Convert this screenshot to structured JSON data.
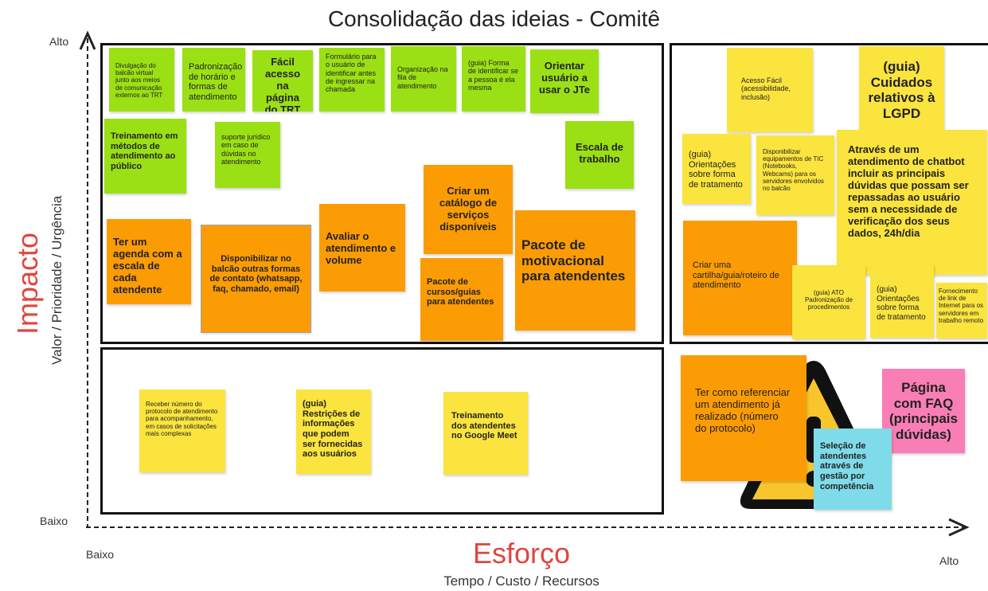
{
  "title": "Consolidação das ideias - Comitê",
  "axes": {
    "y_high": "Alto",
    "y_low": "Baixo",
    "x_low": "Baixo",
    "x_high": "Alto",
    "y_title": "Impacto",
    "y_subtitle": "Valor / Prioridade / Urgência",
    "x_title": "Esforço",
    "x_subtitle": "Tempo / Custo / Recursos"
  },
  "colors": {
    "green": "#9be014",
    "orange": "#fb9c05",
    "yellow": "#fbe43e",
    "pink": "#f97eb5",
    "cyan": "#7fdbe9",
    "axis_title": "#e0463e"
  },
  "notes": {
    "n1": "Divulgação do balcão virtual junto aos meios de comunicação externos ao TRT",
    "n2": "Padronização de horário e formas de atendimento",
    "n3": "Fácil acesso na página do TRT",
    "n4": "Formulário para o usuário de identificar antes de ingressar na chamada",
    "n5": "Organização na fila de atendimento",
    "n6": "(guia) Forma de identificar se a pessoa é ela mesma",
    "n7": "Orientar usuário a usar o JTe",
    "n8": "Treinamento em métodos de atendimento ao público",
    "n9": "suporte jurídico em caso de dúvidas no atendimento",
    "n10": "Escala de trabalho",
    "n11": "Ter um agenda com a escala de cada atendente",
    "n12": "Disponibilizar no balcão outras formas de contato (whatsapp, faq, chamado, email)",
    "n13": "Avaliar o atendimento e volume",
    "n14": "Criar um catálogo de serviços disponíveis",
    "n15": "Pacote de cursos/guias para atendentes",
    "n16": "Pacote de motivacional para atendentes",
    "n17": "Acesso Fácil (acessibilidade, inclusão)",
    "n18": "(guia) Cuidados relativos à LGPD",
    "n19": "(guia) Orientações sobre forma de tratamento",
    "n20": "Disponibilizar equipamentos de TIC (Notebooks, Webcams) para os servidores envolvidos no balcão",
    "n21": "Através de um atendimento de chatbot incluir as principais dúvidas que possam ser repassadas ao usuário sem a necessidade de verificação dos seus dados, 24h/dia",
    "n22": "Criar uma cartilha/guia/roteiro de atendimento",
    "n23": "(guia) ATO Padronização de procedimentos",
    "n24": "(guia) Orientações sobre forma de tratamento",
    "n25": "Fornecimento de link de Internet para os servidores em trabalho remoto",
    "n26": "Receber número do protocolo de atendimento para acompanhamento, em casos de solicitações mais complexas",
    "n27": "(guia) Restrições de informações que podem ser fornecidas aos usuários",
    "n28": "Treinamento dos atendentes no Google Meet",
    "n29": "Ter como referenciar um atendimento já realizado (número do protocolo)",
    "n30": "Página com FAQ (principais dúvidas)",
    "n31": "Seleção de atendentes através de gestão por competência"
  }
}
